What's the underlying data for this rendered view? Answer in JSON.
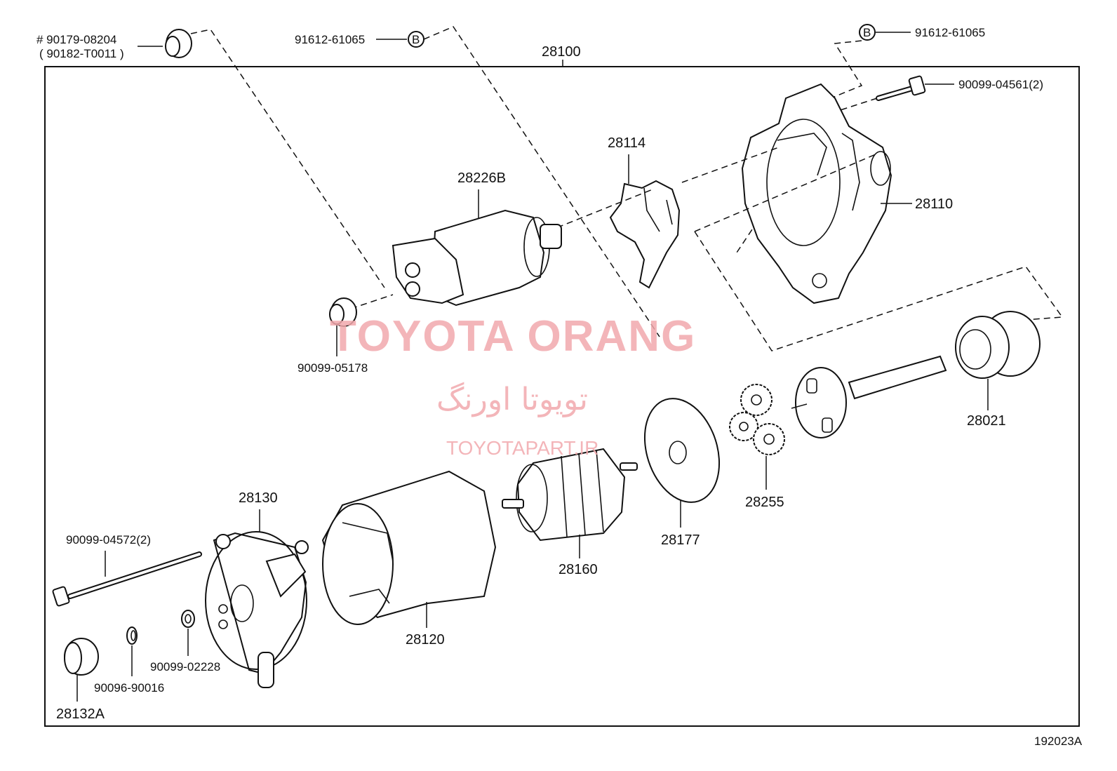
{
  "diagram": {
    "assembly_label": "28100",
    "figure_code": "192023A",
    "parts": {
      "p_90179": "# 90179-08204",
      "p_90182": "( 90182-T0011 )",
      "p_91612_left": "91612-61065",
      "p_91612_right": "91612-61065",
      "p_90099_04561": "90099-04561(2)",
      "p_28114": "28114",
      "p_28226B": "28226B",
      "p_28110": "28110",
      "p_90099_05178": "90099-05178",
      "p_28021": "28021",
      "p_28255": "28255",
      "p_28177": "28177",
      "p_28160": "28160",
      "p_28130": "28130",
      "p_90099_04572": "90099-04572(2)",
      "p_28120": "28120",
      "p_90099_02228": "90099-02228",
      "p_90096_90016": "90096-90016",
      "p_28132A": "28132A"
    },
    "callout_marker": "B"
  },
  "watermark": {
    "title": "TOYOTA ORANG",
    "persian": "تویوتا اورنگ",
    "site": "TOYOTAPART.IR"
  }
}
